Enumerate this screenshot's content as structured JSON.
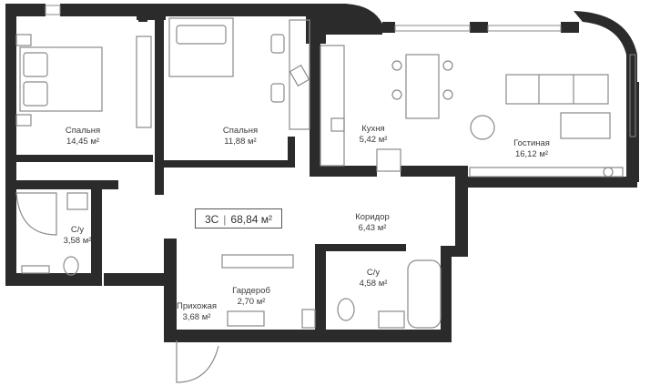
{
  "plan": {
    "type_label": "3С",
    "total_area": "68,84 м²",
    "rooms": [
      {
        "id": "bedroom-1",
        "name": "Спальня",
        "area": "14,45 м²"
      },
      {
        "id": "bedroom-2",
        "name": "Спальня",
        "area": "11,88 м²"
      },
      {
        "id": "kitchen",
        "name": "Кухня",
        "area": "5,42 м²"
      },
      {
        "id": "living-room",
        "name": "Гостиная",
        "area": "16,12 м²"
      },
      {
        "id": "bathroom-1",
        "name": "С/у",
        "area": "3,58 м²"
      },
      {
        "id": "corridor",
        "name": "Коридор",
        "area": "6,43 м²"
      },
      {
        "id": "bathroom-2",
        "name": "С/у",
        "area": "4,58 м²"
      },
      {
        "id": "wardrobe",
        "name": "Гардероб",
        "area": "2,70 м²"
      },
      {
        "id": "hallway",
        "name": "Прихожая",
        "area": "3,68 м²"
      }
    ]
  },
  "colors": {
    "wall": "#2b2b2b",
    "furniture": "#8a8a8a",
    "background": "#ffffff"
  }
}
